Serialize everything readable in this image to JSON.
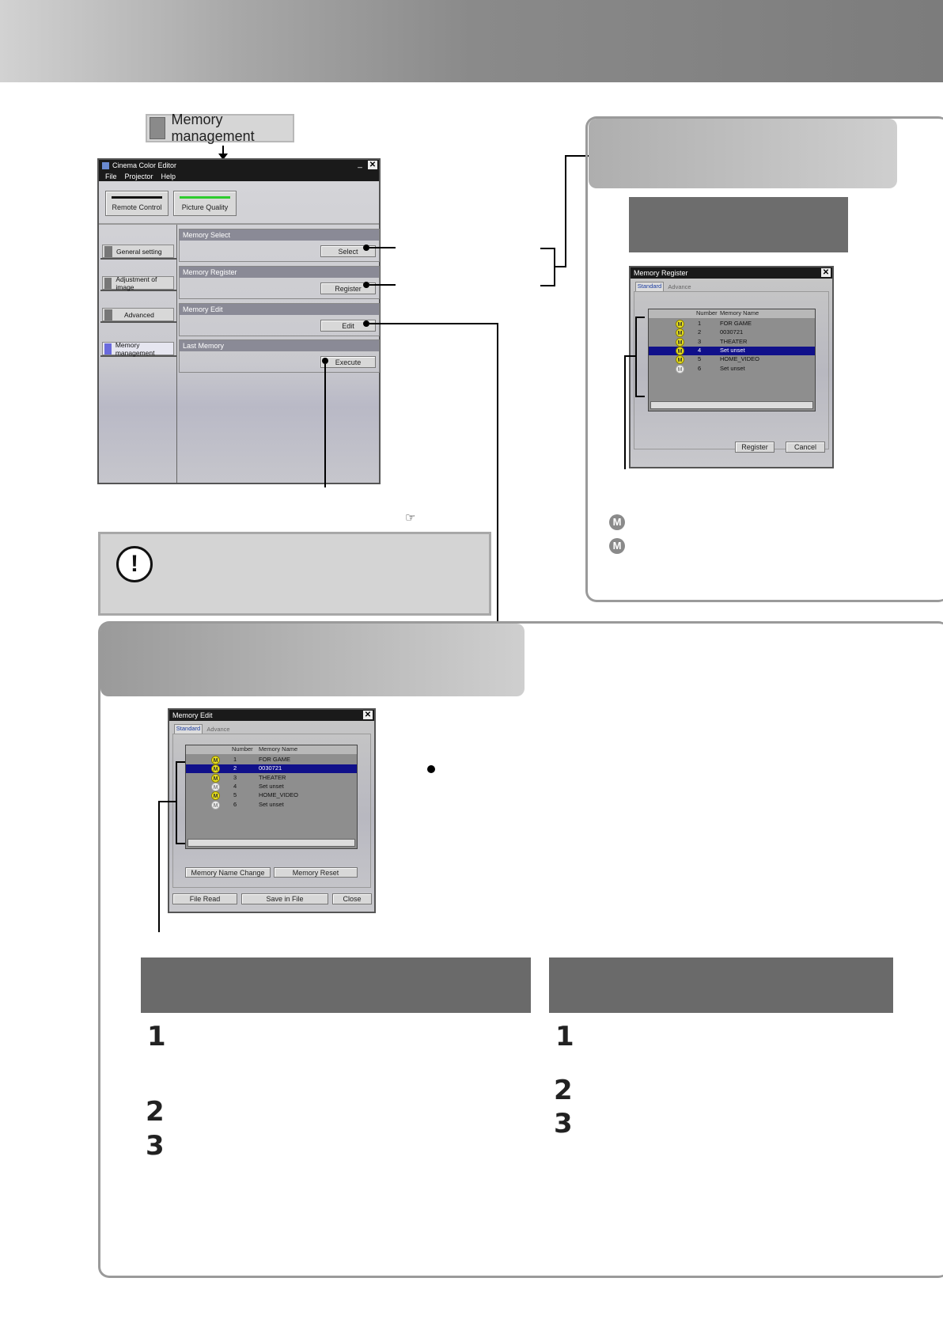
{
  "memory_management_button": {
    "label": "Memory management"
  },
  "cinema_color_editor": {
    "title": "Cinema Color Editor",
    "menu": [
      "File",
      "Projector",
      "Help"
    ],
    "tabs": {
      "remote": "Remote Control",
      "picture": "Picture Quality"
    },
    "sidebar": [
      "General setting",
      "Adjustment of image",
      "Advanced",
      "Memory management"
    ],
    "sections": [
      {
        "header": "Memory Select",
        "button": "Select"
      },
      {
        "header": "Memory Register",
        "button": "Register"
      },
      {
        "header": "Memory Edit",
        "button": "Edit"
      },
      {
        "header": "Last Memory",
        "button": "Execute"
      }
    ]
  },
  "memory_register_dialog": {
    "title": "Memory Register",
    "tabs": [
      "Standard",
      "Advance"
    ],
    "columns": [
      "Number",
      "Memory Name"
    ],
    "rows": [
      {
        "num": "1",
        "name": "FOR GAME",
        "state": "on"
      },
      {
        "num": "2",
        "name": "0030721",
        "state": "on"
      },
      {
        "num": "3",
        "name": "THEATER",
        "state": "on"
      },
      {
        "num": "4",
        "name": "Set unset",
        "state": "selected"
      },
      {
        "num": "5",
        "name": "HOME_VIDEO",
        "state": "on"
      },
      {
        "num": "6",
        "name": "Set unset",
        "state": "off"
      }
    ],
    "buttons": {
      "register": "Register",
      "cancel": "Cancel"
    }
  },
  "memory_edit_dialog": {
    "title": "Memory Edit",
    "tabs": [
      "Standard",
      "Advance"
    ],
    "columns": [
      "Number",
      "Memory Name"
    ],
    "rows": [
      {
        "num": "1",
        "name": "FOR GAME",
        "state": "on"
      },
      {
        "num": "2",
        "name": "0030721",
        "state": "selected"
      },
      {
        "num": "3",
        "name": "THEATER",
        "state": "on"
      },
      {
        "num": "4",
        "name": "Set unset",
        "state": "off"
      },
      {
        "num": "5",
        "name": "HOME_VIDEO",
        "state": "on"
      },
      {
        "num": "6",
        "name": "Set unset",
        "state": "off"
      }
    ],
    "buttons": {
      "name_change": "Memory Name Change",
      "reset": "Memory Reset",
      "file_read": "File Read",
      "save": "Save in File",
      "close": "Close"
    }
  },
  "legend_icons": [
    "M",
    "M"
  ],
  "steps_left": [
    "1",
    "2",
    "3"
  ],
  "steps_right": [
    "1",
    "2",
    "3"
  ],
  "icon_letter": "M",
  "caution_symbol": "!"
}
